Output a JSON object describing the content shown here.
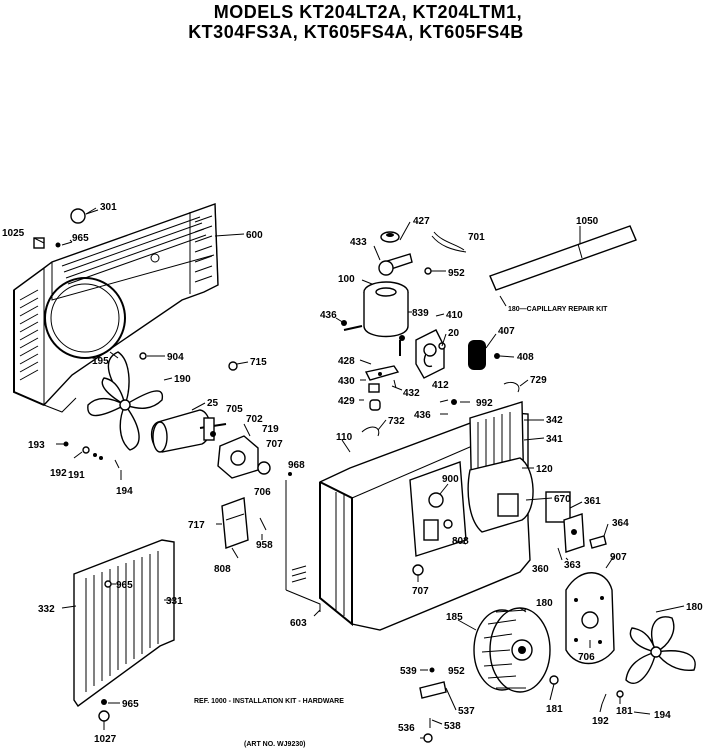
{
  "header": {
    "models_line_1": "MODELS KT204LT2A, KT204LTM1,",
    "models_line_2": "KT304FS3A, KT605FS4A, KT605FS4B"
  },
  "notes": {
    "capillary_kit": "180—CAPILLARY REPAIR KIT",
    "installation_kit": "REF. 1000 - INSTALLATION KIT - HARDWARE",
    "art_number": "(ART NO. WJ9230)"
  },
  "part_numbers": {
    "p301": "301",
    "p1025": "1025",
    "p965a": "965",
    "p600": "600",
    "p195": "195",
    "p904": "904",
    "p715": "715",
    "p190": "190",
    "p25": "25",
    "p705": "705",
    "p702": "702",
    "p719": "719",
    "p707a": "707",
    "p706a": "706",
    "p193": "193",
    "p192a": "192",
    "p191a": "191",
    "p194a": "194",
    "p427": "427",
    "p433": "433",
    "p701": "701",
    "p952a": "952",
    "p1050": "1050",
    "p100": "100",
    "p839": "839",
    "p410": "410",
    "p436a": "436",
    "p20": "20",
    "p407": "407",
    "p408": "408",
    "p428": "428",
    "p430": "430",
    "p432": "432",
    "p412": "412",
    "p729": "729",
    "p429": "429",
    "p436b": "436",
    "p992": "992",
    "p342": "342",
    "p341": "341",
    "p732": "732",
    "p110": "110",
    "p120": "120",
    "p968": "968",
    "p900": "900",
    "p670": "670",
    "p361": "361",
    "p364": "364",
    "p717": "717",
    "p808a": "808",
    "p808b": "808",
    "p958": "958",
    "p360": "360",
    "p363": "363",
    "p907": "907",
    "p707b": "707",
    "p185": "185",
    "p180a": "180",
    "p180b": "180",
    "p706b": "706",
    "p603": "603",
    "p332": "332",
    "p331": "331",
    "p965b": "965",
    "p965c": "965",
    "p1027": "1027",
    "p539": "539",
    "p952b": "952",
    "p537": "537",
    "p536": "536",
    "p538": "538",
    "p181a": "181",
    "p192b": "192",
    "p181b": "181",
    "p194b": "194"
  }
}
